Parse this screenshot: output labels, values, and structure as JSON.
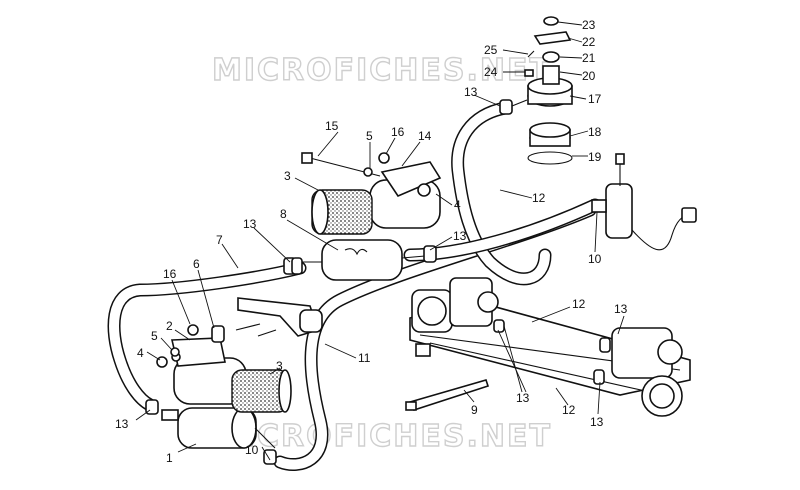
{
  "watermarks": [
    "MICROFICHES.NET",
    "MICROFICHES.NET"
  ],
  "callouts": [
    {
      "id": "c-1",
      "text": "1"
    },
    {
      "id": "c-2",
      "text": "2"
    },
    {
      "id": "c-3a",
      "text": "3"
    },
    {
      "id": "c-3b",
      "text": "3"
    },
    {
      "id": "c-4a",
      "text": "4"
    },
    {
      "id": "c-4b",
      "text": "4"
    },
    {
      "id": "c-5a",
      "text": "5"
    },
    {
      "id": "c-5b",
      "text": "5"
    },
    {
      "id": "c-6",
      "text": "6"
    },
    {
      "id": "c-7",
      "text": "7"
    },
    {
      "id": "c-8",
      "text": "8"
    },
    {
      "id": "c-9",
      "text": "9"
    },
    {
      "id": "c-10a",
      "text": "10"
    },
    {
      "id": "c-10b",
      "text": "10"
    },
    {
      "id": "c-11",
      "text": "11"
    },
    {
      "id": "c-12a",
      "text": "12"
    },
    {
      "id": "c-12b",
      "text": "12"
    },
    {
      "id": "c-12c",
      "text": "12"
    },
    {
      "id": "c-13a",
      "text": "13"
    },
    {
      "id": "c-13b",
      "text": "13"
    },
    {
      "id": "c-13c",
      "text": "13"
    },
    {
      "id": "c-13d",
      "text": "13"
    },
    {
      "id": "c-13e",
      "text": "13"
    },
    {
      "id": "c-13f",
      "text": "13"
    },
    {
      "id": "c-13g",
      "text": "13"
    },
    {
      "id": "c-14",
      "text": "14"
    },
    {
      "id": "c-15",
      "text": "15"
    },
    {
      "id": "c-16a",
      "text": "16"
    },
    {
      "id": "c-16b",
      "text": "16"
    },
    {
      "id": "c-17",
      "text": "17"
    },
    {
      "id": "c-18",
      "text": "18"
    },
    {
      "id": "c-19",
      "text": "19"
    },
    {
      "id": "c-20",
      "text": "20"
    },
    {
      "id": "c-21",
      "text": "21"
    },
    {
      "id": "c-22",
      "text": "22"
    },
    {
      "id": "c-23",
      "text": "23"
    },
    {
      "id": "c-24",
      "text": "24"
    },
    {
      "id": "c-25",
      "text": "25"
    }
  ]
}
